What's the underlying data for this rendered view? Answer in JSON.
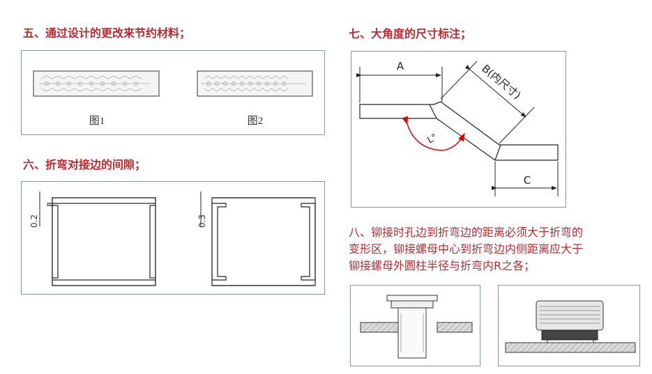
{
  "sections": {
    "five": {
      "heading": "五、通过设计的更改来节约材料；",
      "fig1_label": "图1",
      "fig2_label": "图2"
    },
    "six": {
      "heading": "六、折弯对接边的间隙；",
      "gap1_label": "0.2",
      "gap2_label": "0.3"
    },
    "seven": {
      "heading": "七、大角度的尺寸标注；",
      "dim_a": "A",
      "dim_b": "B(内尺寸)",
      "dim_c": "C",
      "angle_label": "L°"
    },
    "eight": {
      "heading_lines": [
        "八、铆接时孔边到折弯边的距离必须大于折弯的",
        "变形区，铆接螺母中心到折弯边内侧距离应大于",
        "铆接螺母外圆柱半径与折弯内R之各；"
      ]
    }
  },
  "colors": {
    "heading": "#c0272d",
    "frame_border": "#7a98b6",
    "line": "#222222",
    "hatch": "#d9d9d9"
  }
}
